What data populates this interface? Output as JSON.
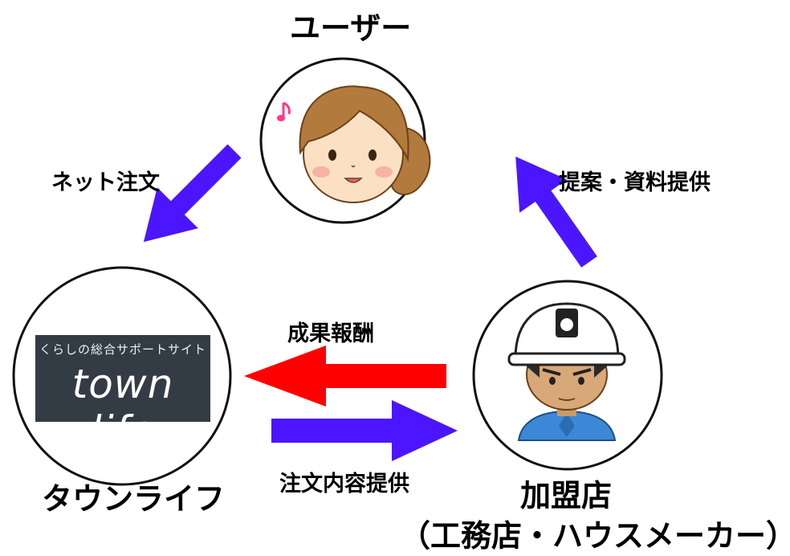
{
  "nodes": {
    "user": {
      "label": "ユーザー"
    },
    "townlife": {
      "label": "タウンライフ",
      "logo_tagline": "くらしの総合サポートサイト",
      "logo_name": "town life"
    },
    "member": {
      "label": "加盟店",
      "sublabel": "（工務店・ハウスメーカー）"
    }
  },
  "edges": {
    "user_to_townlife": {
      "label": "ネット注文",
      "color": "#4b16ff"
    },
    "member_to_user": {
      "label": "提案・資料提供",
      "color": "#4b16ff"
    },
    "member_to_townlife": {
      "label": "成果報酬",
      "color": "#ff0000"
    },
    "townlife_to_member": {
      "label": "注文内容提供",
      "color": "#4b16ff"
    }
  },
  "icons": {
    "user": "woman-face-icon",
    "member": "construction-worker-icon",
    "note": "music-note-icon"
  }
}
